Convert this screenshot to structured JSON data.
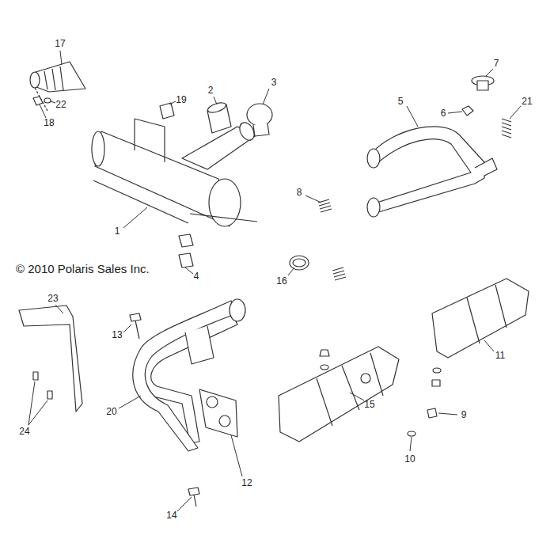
{
  "diagram": {
    "labels": [
      "© 2010 Polaris Sales Inc.",
      "1",
      "2",
      "3",
      "4",
      "5",
      "6",
      "7",
      "8",
      "9",
      "10",
      "11",
      "12",
      "13",
      "14",
      "15",
      "16",
      "17",
      "18",
      "19",
      "20",
      "21",
      "22",
      "23",
      "24"
    ]
  }
}
